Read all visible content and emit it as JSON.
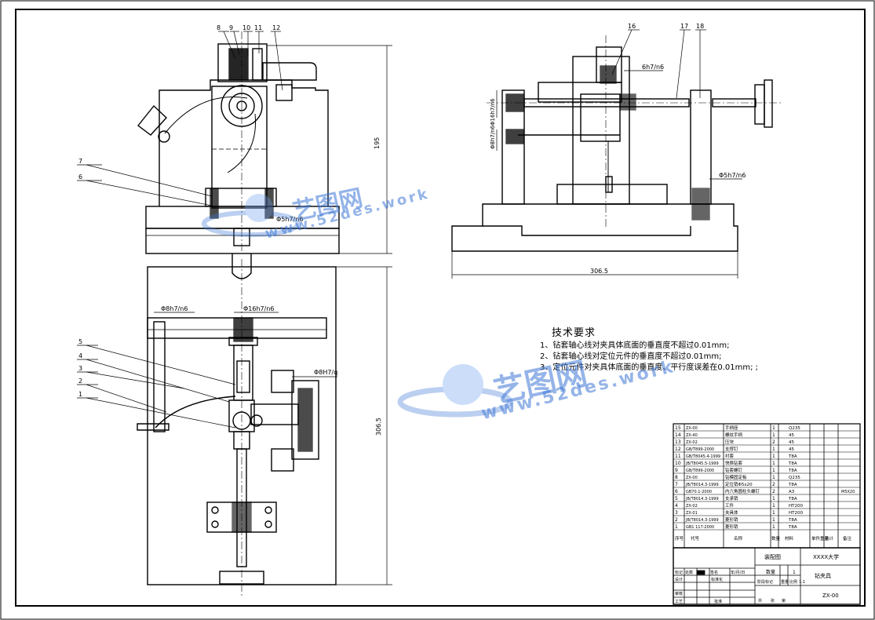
{
  "balloons": {
    "b8": "8",
    "b9": "9",
    "b10": "10",
    "b11": "11",
    "b12": "12",
    "b7": "7",
    "b6": "6",
    "b5": "5",
    "b4": "4",
    "b3": "3",
    "b2": "2",
    "b1": "1",
    "b16": "16",
    "b17": "17",
    "b18": "18"
  },
  "dims": {
    "d195": "195",
    "d306v": "306.5",
    "d306h": "306.5",
    "fit_5h7_front": "Φ5h7/n6",
    "fit_8h7_top": "Φ8h7/n6",
    "fit_16h7_top": "Φ16h7/n6",
    "fit_8h7_q": "Φ8H7/q",
    "fit_6h7_side": "6h7/n6",
    "fit_16h7_side": "Φ16h7/n6",
    "fit_8h7_side": "Φ8h7/n6",
    "fit_5h7_side": "Φ5h7/n6"
  },
  "tech": {
    "heading": "技术要求",
    "l1": "1、钻套轴心线对夹具体底面的垂直度不超过0.01mm;",
    "l2": "2、钻套轴心线对定位元件的垂直度不超过0.01mm;",
    "l3": "3、定位元件对夹具体底面的垂直度、平行度误差在0.01mm; ;"
  },
  "watermark": {
    "brand": "艺图网",
    "url": "www.52des.work"
  },
  "bom": {
    "rows": [
      {
        "no": "15",
        "code": "ZX-00",
        "name": "手柄座",
        "qty": "1",
        "mat": "Q235",
        "note": ""
      },
      {
        "no": "14",
        "code": "ZX-40",
        "name": "螺纹手柄",
        "qty": "1",
        "mat": "45",
        "note": ""
      },
      {
        "no": "13",
        "code": "ZX-02",
        "name": "压块",
        "qty": "2",
        "mat": "45",
        "note": ""
      },
      {
        "no": "12",
        "code": "GB/T899-2000",
        "name": "支撑钉",
        "qty": "1",
        "mat": "45",
        "note": ""
      },
      {
        "no": "11",
        "code": "GB/T8045.4-1999",
        "name": "衬套",
        "qty": "1",
        "mat": "T8A",
        "note": ""
      },
      {
        "no": "10",
        "code": "JB/T8045.5-1999",
        "name": "快换钻套",
        "qty": "1",
        "mat": "T8A",
        "note": ""
      },
      {
        "no": "9",
        "code": "GB/T899-2000",
        "name": "钻套螺钉",
        "qty": "1",
        "mat": "T8A",
        "note": ""
      },
      {
        "no": "8",
        "code": "ZX-00",
        "name": "钻模固定板",
        "qty": "1",
        "mat": "Q235",
        "note": ""
      },
      {
        "no": "7",
        "code": "JB/T8014.3-1999",
        "name": "定位销Φ5x20",
        "qty": "2",
        "mat": "T8A",
        "note": ""
      },
      {
        "no": "6",
        "code": "GB70.1-2000",
        "name": "内六角圆柱头螺钉",
        "qty": "2",
        "mat": "A3",
        "note": "M5X20"
      },
      {
        "no": "5",
        "code": "JB/T8014.3-1999",
        "name": "支承销",
        "qty": "1",
        "mat": "T8A",
        "note": ""
      },
      {
        "no": "4",
        "code": "ZX-02",
        "name": "工件",
        "qty": "1",
        "mat": "HT200",
        "note": ""
      },
      {
        "no": "3",
        "code": "ZX-01",
        "name": "夹具体",
        "qty": "1",
        "mat": "HT200",
        "note": ""
      },
      {
        "no": "2",
        "code": "JB/T8014.3-1999",
        "name": "菱形销",
        "qty": "1",
        "mat": "T8A",
        "note": ""
      },
      {
        "no": "1",
        "code": "GB1 117-2000",
        "name": "菱形销",
        "qty": "1",
        "mat": "T8A",
        "note": ""
      }
    ],
    "header": {
      "no": "序号",
      "code": "代号",
      "name": "名称",
      "qty": "数量",
      "mat": "材料",
      "weight": "单件重量",
      "total": "总计",
      "note": "备注"
    }
  },
  "title_block": {
    "drawing_type": "装配图",
    "school": "XXXX大学",
    "part_name": "钻夹具",
    "drawing_no": "ZX-00",
    "qty_label": "数量",
    "qty_value": "1",
    "stage_label": "阶段标记",
    "weight_label": "重量",
    "scale_label": "比例",
    "scale_value": "1:1",
    "mark": "标记",
    "count": "处数",
    "zone": "分区",
    "change_doc": "更改文件号",
    "sign": "签名",
    "date": "年/月/日",
    "design": "设计",
    "standard": "标准化",
    "review": "审核",
    "process": "工艺",
    "approve": "批准",
    "sheets_total": "共",
    "sheet": "张",
    "sheet_no": "第"
  }
}
